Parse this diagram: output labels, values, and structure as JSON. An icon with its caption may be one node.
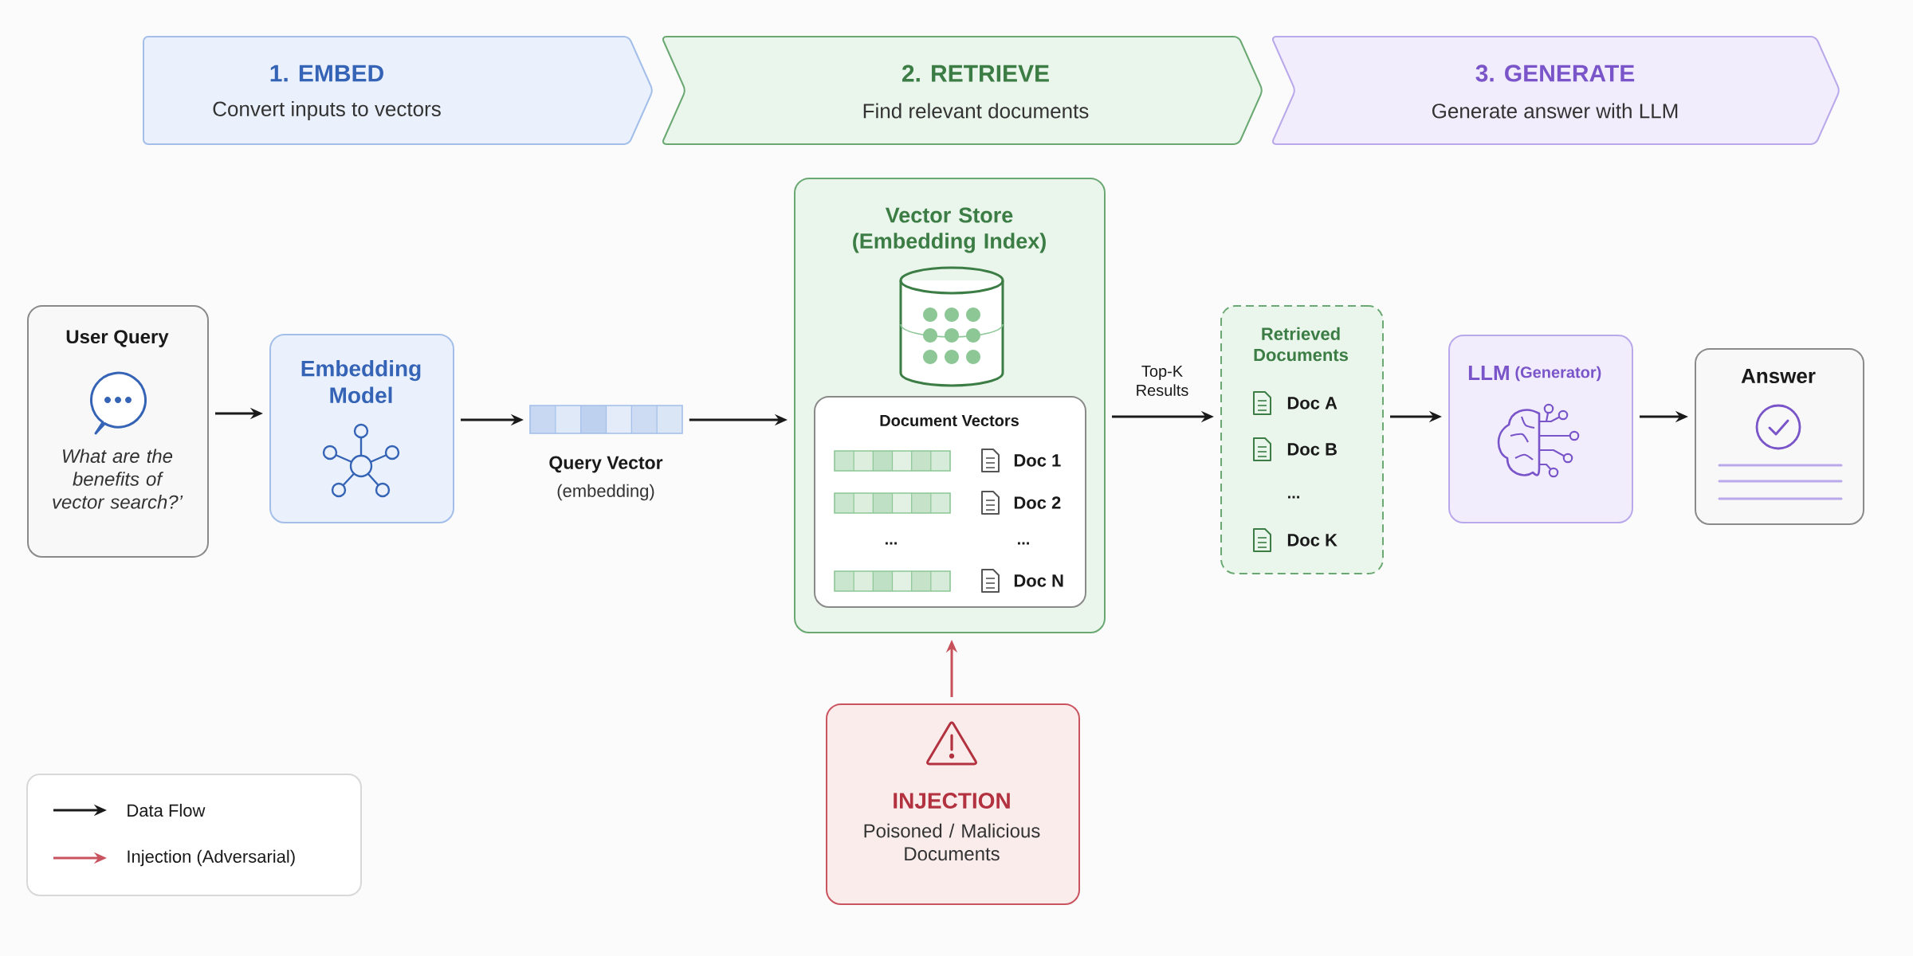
{
  "diagram": {
    "nodes": [
      {
        "text": [
          "1. EMBED",
          "Convert inputs to vectors"
        ]
      },
      {
        "text": [
          "2. RETRIEVE",
          "Find relevant documents"
        ]
      },
      {
        "text": [
          "3. GENERATE",
          "Generate answer with LLM"
        ]
      },
      {
        "text": [
          "User Query",
          "What are the benefits of vector search?’"
        ]
      },
      {
        "text": [
          "Embedding Model"
        ]
      },
      {
        "text": [],
        "shape": "bar",
        "beside": [
          "Query Vector",
          "(embedding)"
        ]
      },
      {
        "text": [
          "Vector Store (Embedding Index)"
        ]
      },
      {
        "text": [
          "Document Vectors",
          "Doc 1",
          "Doc 2",
          "...",
          "...",
          "Doc N"
        ],
        "in": 6
      },
      {
        "text": [
          "Retrieved Documents",
          "Doc A",
          "Doc B",
          "...",
          "Doc K"
        ]
      },
      {
        "text": [
          "LLM",
          "(Generator)"
        ]
      },
      {
        "text": [
          "Answer"
        ]
      },
      {
        "text": [
          "INJECTION",
          "Poisoned / Malicious Documents"
        ]
      }
    ],
    "edges": [
      {
        "from": 3,
        "to": 4,
        "arrow": "to"
      },
      {
        "from": 4,
        "to": 5,
        "arrow": "to"
      },
      {
        "from": 5,
        "to": 6,
        "arrow": "to"
      },
      {
        "from": 6,
        "to": 8,
        "arrow": "to",
        "label": "Top-K Results"
      },
      {
        "from": 8,
        "to": 9,
        "arrow": "to"
      },
      {
        "from": 9,
        "to": 10,
        "arrow": "to"
      },
      {
        "from": 11,
        "to": 6,
        "arrow": "to",
        "color": "#c8505a"
      }
    ],
    "legend": [
      {
        "text": "Data Flow"
      },
      {
        "text": "Injection (Adversarial)"
      }
    ]
  }
}
